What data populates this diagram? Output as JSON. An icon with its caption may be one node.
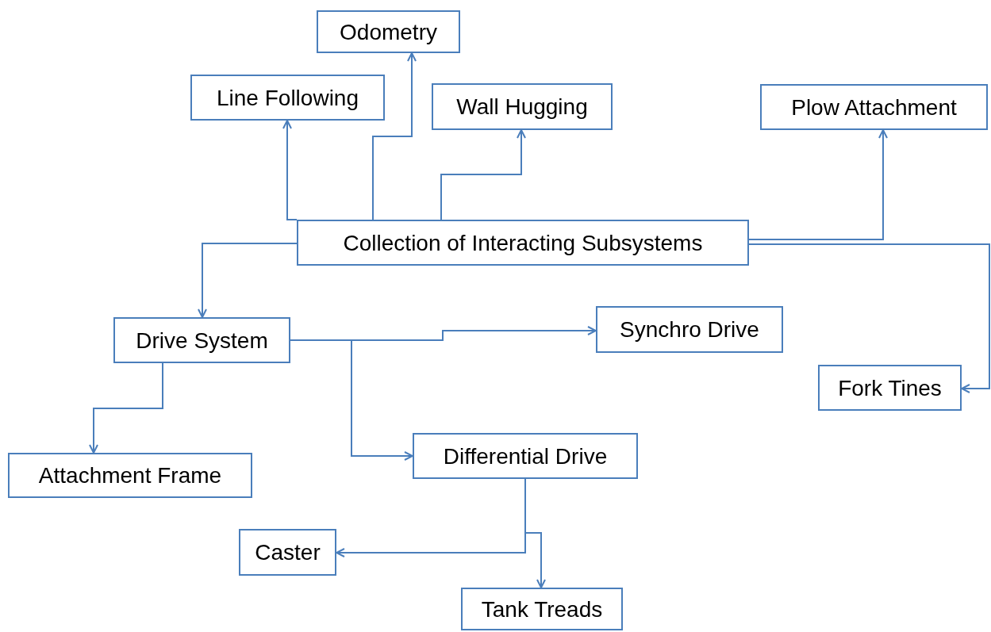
{
  "diagram": {
    "nodes": [
      {
        "text": [
          "Collection of Interacting Subsystems"
        ]
      },
      {
        "text": [
          "Odometry"
        ]
      },
      {
        "text": [
          "Line Following"
        ]
      },
      {
        "text": [
          "Wall Hugging"
        ]
      },
      {
        "text": [
          "Plow Attachment"
        ]
      },
      {
        "text": [
          "Drive System"
        ]
      },
      {
        "text": [
          "Synchro Drive"
        ]
      },
      {
        "text": [
          "Fork Tines"
        ]
      },
      {
        "text": [
          "Attachment Frame"
        ]
      },
      {
        "text": [
          "Differential Drive"
        ]
      },
      {
        "text": [
          "Caster"
        ]
      },
      {
        "text": [
          "Tank Treads"
        ]
      }
    ],
    "edges": [
      {
        "from": 0,
        "to": 2,
        "arrow": "to"
      },
      {
        "from": 0,
        "to": 1,
        "arrow": "to"
      },
      {
        "from": 0,
        "to": 3,
        "arrow": "to"
      },
      {
        "from": 0,
        "to": 4,
        "arrow": "to"
      },
      {
        "from": 0,
        "to": 7,
        "arrow": "to"
      },
      {
        "from": 0,
        "to": 5,
        "arrow": "to"
      },
      {
        "from": 5,
        "to": 6,
        "arrow": "to"
      },
      {
        "from": 5,
        "to": 9,
        "arrow": "to"
      },
      {
        "from": 5,
        "to": 8,
        "arrow": "to"
      },
      {
        "from": 9,
        "to": 10,
        "arrow": "to"
      },
      {
        "from": 9,
        "to": 11,
        "arrow": "to"
      }
    ]
  }
}
